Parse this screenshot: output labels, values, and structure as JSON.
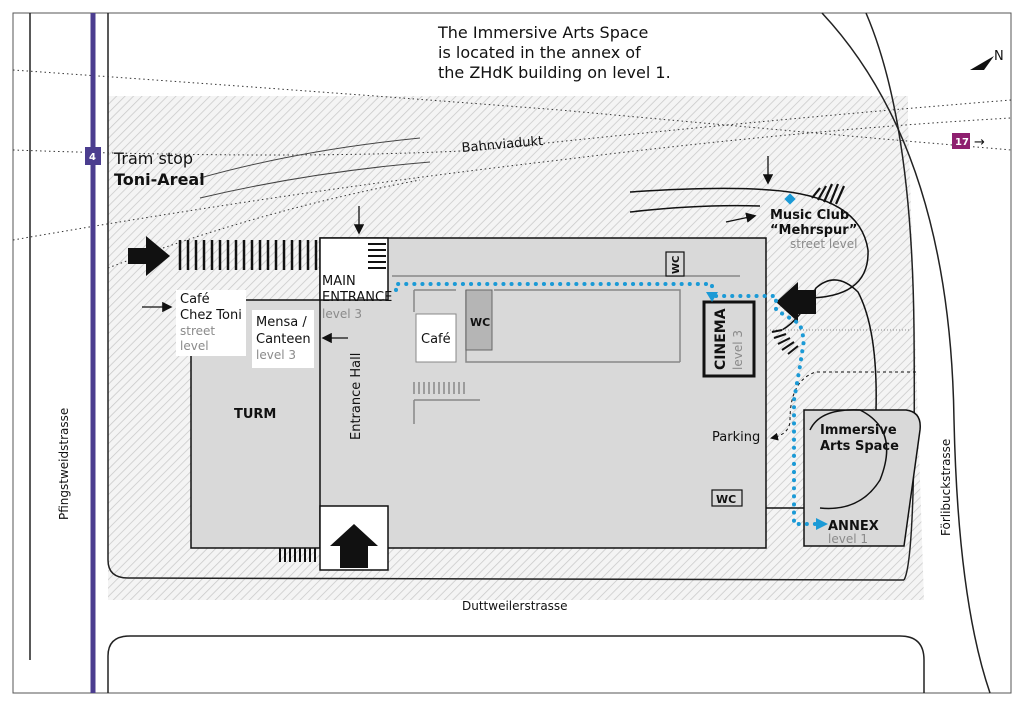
{
  "intro": {
    "line1": "The Immersive Arts Space",
    "line2": "is located in the annex of",
    "line3": "the ZHdK building on level 1."
  },
  "tram": {
    "line_number": "4",
    "stop_label": "Tram stop",
    "stop_name": "Toni-Areal"
  },
  "bus": {
    "line_number": "17",
    "arrow": "→"
  },
  "compass": {
    "label": "N"
  },
  "labels": {
    "bahnviadukt": "Bahnviadukt",
    "music_club_1": "Music Club",
    "music_club_2": "“Mehrspur”",
    "music_club_level": "street level",
    "main_entrance_1": "MAIN",
    "main_entrance_2": "ENTRANCE",
    "main_entrance_level": "level 3",
    "cafe_chez_1": "Café",
    "cafe_chez_2": "Chez Toni",
    "cafe_chez_level1": "street",
    "cafe_chez_level2": "level",
    "mensa_1": "Mensa /",
    "mensa_2": "Canteen",
    "mensa_level": "level 3",
    "turm": "TURM",
    "entrance_hall": "Entrance Hall",
    "cafe": "Café",
    "wc": "WC",
    "cinema": "CINEMA",
    "cinema_level": "level 3",
    "parking": "Parking",
    "ias_1": "Immersive",
    "ias_2": "Arts Space",
    "annex": "ANNEX",
    "annex_level": "level 1"
  },
  "streets": {
    "west": "Pfingstweidstrasse",
    "east": "Förlibuckstrasse",
    "south": "Duttweilerstrasse"
  },
  "colors": {
    "tram_line": "#4b3d8f",
    "tram_badge": "#4b3d8f",
    "bus_badge": "#8e1f6f",
    "route": "#1b9ad6",
    "building": "#d9d9d9",
    "hatch": "#c8c8c8",
    "text_grey": "#8a8a8a"
  }
}
